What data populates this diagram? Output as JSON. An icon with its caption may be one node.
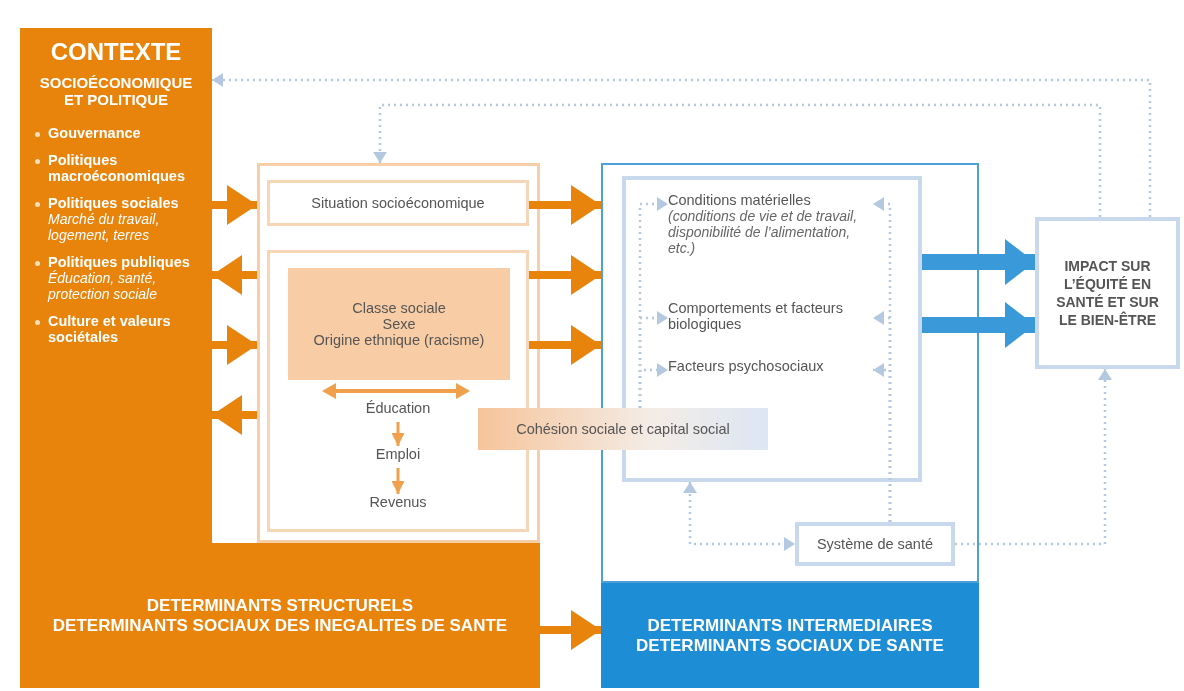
{
  "diagram": {
    "nodes": [
      {
        "text": [
          "CONTEXTE",
          "SOCIOÉCONOMIQUE ET POLITIQUE",
          "Gouvernance",
          "Politiques macroéconomiques",
          "Politiques sociales",
          "Marché du travail, logement, terres",
          "Politiques publiques",
          "Éducation, santé, protection sociale",
          "Culture et valeurs sociétales"
        ]
      },
      {
        "text": [],
        "shape": "box"
      },
      {
        "text": [
          "Situation socioéconomique"
        ],
        "in": 1
      },
      {
        "text": [],
        "shape": "box",
        "in": 1
      },
      {
        "text": [
          "Classe sociale",
          "Sexe",
          "Origine ethnique (racisme)"
        ],
        "in": 3
      },
      {
        "text": [
          "Éducation"
        ],
        "in": 3
      },
      {
        "text": [
          "Emploi"
        ],
        "in": 3
      },
      {
        "text": [
          "Revenus"
        ],
        "in": 3
      },
      {
        "text": [
          "Cohésion sociale et capital social"
        ]
      },
      {
        "text": [],
        "shape": "box"
      },
      {
        "text": [],
        "shape": "box",
        "in": 9
      },
      {
        "text": [
          "Conditions matérielles",
          "(conditions de vie et de travail, disponibilité de l’alimentation, etc.)"
        ],
        "in": 10
      },
      {
        "text": [
          "Comportements et facteurs biologiques"
        ],
        "in": 10
      },
      {
        "text": [
          "Facteurs psychosociaux"
        ],
        "in": 10
      },
      {
        "text": [
          "Système de santé"
        ],
        "in": 9
      },
      {
        "text": [
          "IMPACT SUR L’ÉQUITÉ EN SANTÉ ET SUR LE BIEN-ÊTRE"
        ]
      },
      {
        "text": [
          "DETERMINANTS STRUCTURELS",
          "DETERMINANTS SOCIAUX DES INEGALITES DE SANTE"
        ]
      },
      {
        "text": [
          "DETERMINANTS INTERMEDIAIRES",
          "DETERMINANTS SOCIAUX DE SANTE"
        ]
      }
    ],
    "edges": [
      {
        "from": 0,
        "to": 1,
        "arrow": "to",
        "style": "thick",
        "color": "#e8830c"
      },
      {
        "from": 1,
        "to": 0,
        "arrow": "to",
        "style": "thick",
        "color": "#e8830c"
      },
      {
        "from": 0,
        "to": 1,
        "arrow": "to",
        "style": "thick",
        "color": "#e8830c"
      },
      {
        "from": 1,
        "to": 0,
        "arrow": "to",
        "style": "thick",
        "color": "#e8830c"
      },
      {
        "from": 2,
        "to": 9,
        "arrow": "to",
        "style": "thick",
        "color": "#e8830c"
      },
      {
        "from": 3,
        "to": 9,
        "arrow": "to",
        "style": "thick",
        "color": "#e8830c"
      },
      {
        "from": 3,
        "to": 9,
        "arrow": "to",
        "style": "thick",
        "color": "#e8830c"
      },
      {
        "from": 5,
        "to": 6,
        "arrow": "to",
        "color": "#f0a04b"
      },
      {
        "from": 6,
        "to": 7,
        "arrow": "to",
        "color": "#f0a04b"
      },
      {
        "from": 8,
        "to": 11,
        "arrow": "to",
        "style": "dashed"
      },
      {
        "from": 8,
        "to": 12,
        "arrow": "to",
        "style": "dashed"
      },
      {
        "from": 8,
        "to": 13,
        "arrow": "to",
        "style": "dashed"
      },
      {
        "from": 14,
        "to": 11,
        "arrow": "to",
        "style": "dashed"
      },
      {
        "from": 14,
        "to": 12,
        "arrow": "to",
        "style": "dashed"
      },
      {
        "from": 14,
        "to": 13,
        "arrow": "to",
        "style": "dashed"
      },
      {
        "from": 10,
        "to": 14,
        "arrow": "both",
        "style": "dashed"
      },
      {
        "from": 14,
        "to": 15,
        "arrow": "to",
        "style": "dashed"
      },
      {
        "from": 10,
        "to": 15,
        "arrow": "to",
        "style": "thick",
        "color": "#3a9ad9"
      },
      {
        "from": 10,
        "to": 15,
        "arrow": "to",
        "style": "thick",
        "color": "#3a9ad9"
      },
      {
        "from": 15,
        "to": 0,
        "arrow": "to",
        "style": "dashed"
      },
      {
        "from": 15,
        "to": 1,
        "arrow": "to",
        "style": "dashed"
      },
      {
        "from": 16,
        "to": 17,
        "arrow": "to",
        "style": "thick",
        "color": "#e8830c"
      }
    ]
  }
}
